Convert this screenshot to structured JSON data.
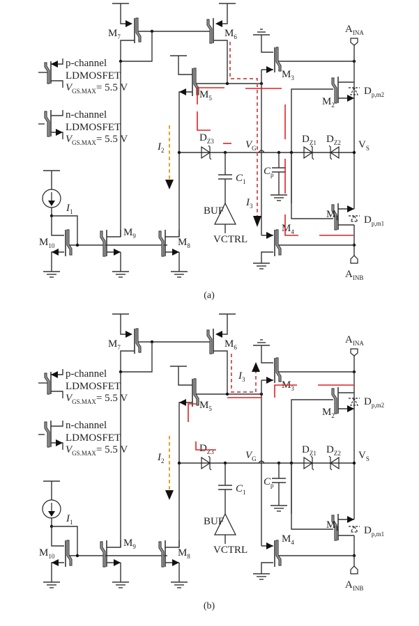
{
  "figure": {
    "panels": [
      {
        "id": "a",
        "caption": "(a)",
        "current_path_variant": "I3-down",
        "labels": {
          "m1": "M",
          "m1_sub": "1",
          "m2": "M",
          "m2_sub": "2",
          "m3": "M",
          "m3_sub": "3",
          "m4": "M",
          "m4_sub": "4",
          "m5": "M",
          "m5_sub": "5",
          "m6": "M",
          "m6_sub": "6",
          "m7": "M",
          "m7_sub": "7",
          "m8": "M",
          "m8_sub": "8",
          "m9": "M",
          "m9_sub": "9",
          "m10": "M",
          "m10_sub": "10",
          "dz1": "D",
          "dz1_sub": "Z1",
          "dz2": "D",
          "dz2_sub": "Z2",
          "dz3": "D",
          "dz3_sub": "Z3",
          "dpm1": "D",
          "dpm1_sub": "p,m1",
          "dpm2": "D",
          "dpm2_sub": "p,m2",
          "vg": "V",
          "vg_sub": "G",
          "vs": "V",
          "vs_sub": "S",
          "cp": "C",
          "cp_sub": "p",
          "c1": "C",
          "c1_sub": "1",
          "i1": "I",
          "i1_sub": "1",
          "i2": "I",
          "i2_sub": "2",
          "i3": "I",
          "i3_sub": "3",
          "buf": "BUF",
          "vctrl": "VCTRL",
          "aina": "A",
          "aina_sub": "INA",
          "ainb": "A",
          "ainb_sub": "INB"
        }
      },
      {
        "id": "b",
        "caption": "(b)",
        "current_path_variant": "I3-up",
        "labels": {
          "m1": "M",
          "m1_sub": "1",
          "m2": "M",
          "m2_sub": "2",
          "m3": "M",
          "m3_sub": "3",
          "m4": "M",
          "m4_sub": "4",
          "m5": "M",
          "m5_sub": "5",
          "m6": "M",
          "m6_sub": "6",
          "m7": "M",
          "m7_sub": "7",
          "m8": "M",
          "m8_sub": "8",
          "m9": "M",
          "m9_sub": "9",
          "m10": "M",
          "m10_sub": "10",
          "dz1": "D",
          "dz1_sub": "Z1",
          "dz2": "D",
          "dz2_sub": "Z2",
          "dz3": "D",
          "dz3_sub": "Z3",
          "dpm1": "D",
          "dpm1_sub": "p,m1",
          "dpm2": "D",
          "dpm2_sub": "p,m2",
          "vg": "V",
          "vg_sub": "G",
          "vs": "V",
          "vs_sub": "S",
          "cp": "C",
          "cp_sub": "p",
          "c1": "C",
          "c1_sub": "1",
          "i1": "I",
          "i1_sub": "1",
          "i2": "I",
          "i2_sub": "2",
          "i3": "I",
          "i3_sub": "3",
          "buf": "BUF",
          "vctrl": "VCTRL",
          "aina": "A",
          "aina_sub": "INA",
          "ainb": "A",
          "ainb_sub": "INB"
        }
      }
    ],
    "legend": {
      "p_channel": "p-channel",
      "n_channel": "n-channel",
      "device": "LDMOSFET",
      "vgs_symbol": "V",
      "vgs_sub": "GS.MAX",
      "vgs_value": "= 5.5 V"
    },
    "colors": {
      "wire": "#333333",
      "highlight_red": "#e02020",
      "current_i3": "#b01c2a",
      "current_i2": "#f0a020"
    }
  }
}
